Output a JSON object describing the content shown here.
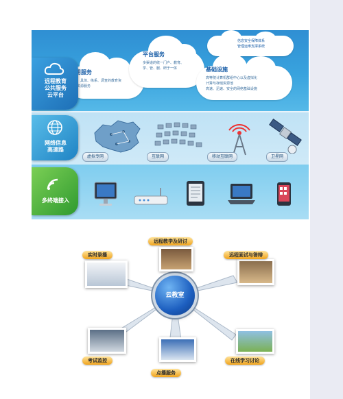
{
  "architecture": {
    "layers": [
      {
        "label_lines": [
          "远程教育",
          "公共服务",
          "云平台"
        ],
        "icon": "cloud-icon"
      },
      {
        "label_lines": [
          "网络信息",
          "高速路"
        ],
        "icon": "globe-icon"
      },
      {
        "label_lines": [
          "多终端接入"
        ],
        "icon": "wifi-icon"
      }
    ],
    "clouds": [
      {
        "title": "应用服务",
        "text_lines": [
          "评教、具体、练系、调查的教育资",
          "源及资源服务"
        ]
      },
      {
        "title": "平台服务",
        "text_lines": [
          "多渠道的统一门户、教育、",
          "学、管、服、研于一体"
        ]
      },
      {
        "title": "基础设施",
        "text_lines": [
          "高等院计算机群组中心以及虚拟化",
          "计算与存储资源池",
          "高速、迅速、安全的网络基础设施"
        ]
      },
      {
        "title": "",
        "text_lines": [
          "信息安全保障体系",
          "管理运维支撑系统"
        ]
      }
    ],
    "networks": [
      "虚拟专网",
      "互联网",
      "移动互联网",
      "卫星网"
    ],
    "devices": [
      "desktop-monitor-icon",
      "router-icon",
      "tablet-icon",
      "laptop-icon",
      "smartphone-icon"
    ],
    "colors": {
      "top_band": "#2f8fd3",
      "mid_band": "#d9eef9",
      "bottom_band": "#7fcdef"
    }
  },
  "cloud_classroom": {
    "center": "云教室",
    "nodes": [
      "远程教学及研讨",
      "远程面试与答辩",
      "在线学习讨论",
      "点播服务",
      "考试监控",
      "实时录播"
    ],
    "colors": {
      "hub": "#1d5fc0",
      "pill": "#f0a41d"
    }
  }
}
